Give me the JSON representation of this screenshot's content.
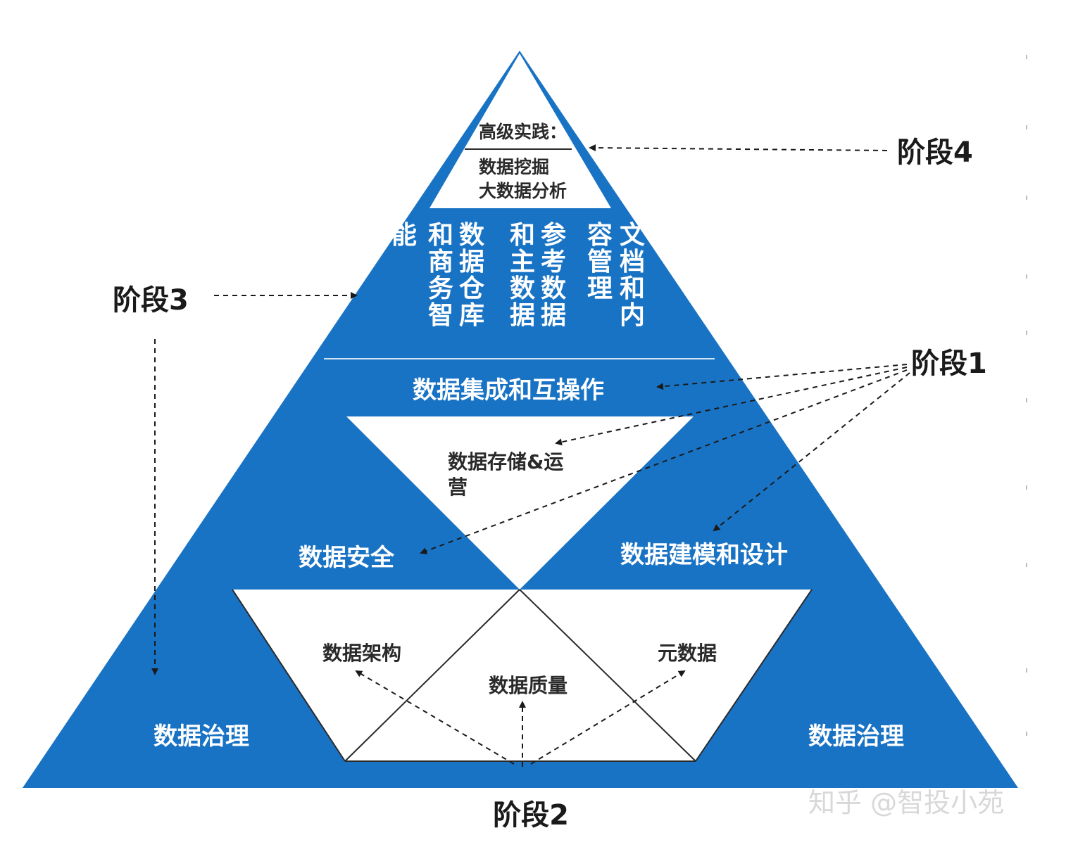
{
  "colors": {
    "pyramid_blue": "#1973c4",
    "white": "#ffffff",
    "text_dark": "#1a1a1a",
    "watermark": "#d8d8d8"
  },
  "top": {
    "line1": "高级实践：",
    "line2": "数据挖掘",
    "line3": "大数据分析"
  },
  "stage3_columns": [
    {
      "id": "col-0",
      "text": "能"
    },
    {
      "id": "col-1",
      "text": "和商务智"
    },
    {
      "id": "col-2",
      "text": "数据仓库"
    },
    {
      "id": "col-3",
      "text": "和主数据"
    },
    {
      "id": "col-4",
      "text": "参考数据"
    },
    {
      "id": "col-5",
      "text": "容管理"
    },
    {
      "id": "col-6",
      "text": "文档和内"
    }
  ],
  "labels": {
    "integration": "数据集成和互操作",
    "storage_line1": "数据存储&运",
    "storage_line2": "营",
    "security": "数据安全",
    "modeling": "数据建模和设计",
    "architecture": "数据架构",
    "quality": "数据质量",
    "metadata": "元数据",
    "governance_left": "数据治理",
    "governance_right": "数据治理"
  },
  "stages": {
    "stage1": "阶段1",
    "stage2": "阶段2",
    "stage3": "阶段3",
    "stage4": "阶段4"
  },
  "watermark": "知乎 @智投小苑"
}
